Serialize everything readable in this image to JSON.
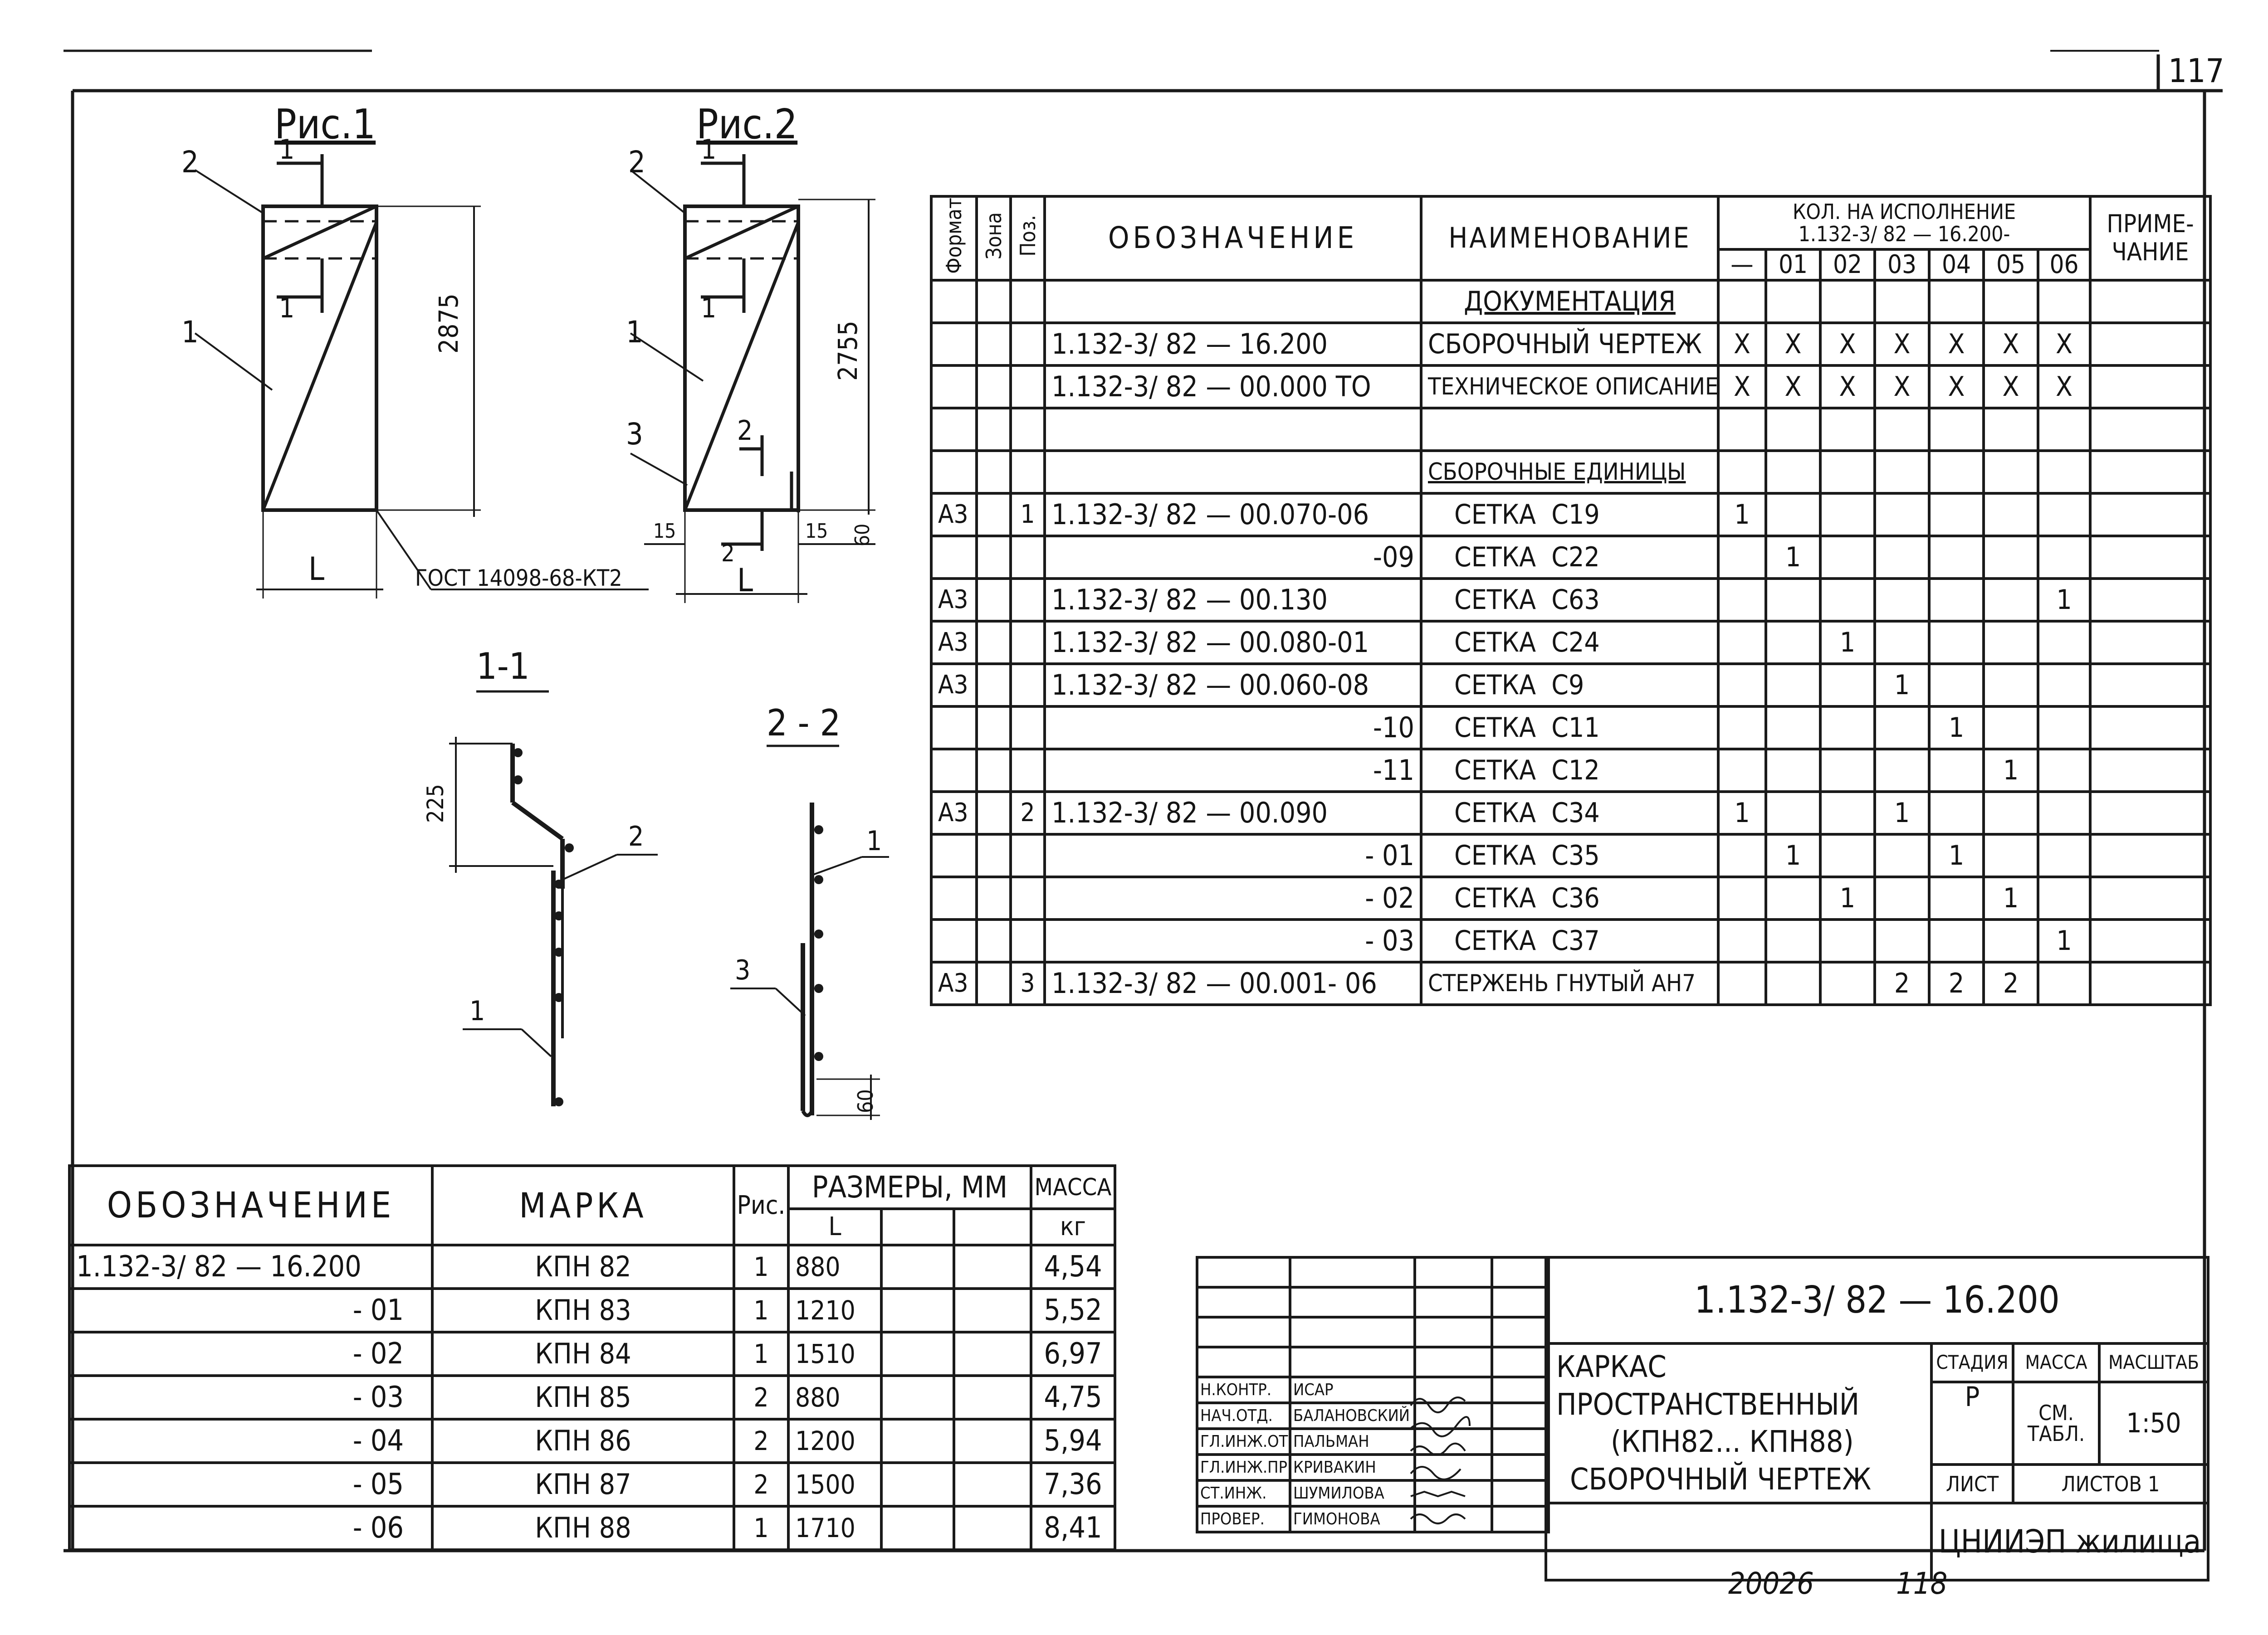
{
  "sheet_number": "117",
  "bottom_code": "20026",
  "bottom_page": "118",
  "figures": {
    "fig1_title": "Рис.1",
    "fig2_title": "Рис.2",
    "fig1_height": "2875",
    "fig2_height": "2755",
    "fig1_gost": "ГОСТ 14098-68-КТ2",
    "dim_l": "L",
    "dim_15a": "15",
    "dim_15b": "15",
    "dim_60": "60",
    "section11_title": "1-1",
    "section22_title": "2 - 2",
    "dim_225": "225",
    "dim_60b": "60",
    "lbl_1": "1",
    "lbl_2": "2",
    "lbl_3": "3"
  },
  "spec_table": {
    "headers": {
      "format": "Формат",
      "zone": "Зона",
      "pos": "Поз.",
      "designation": "Обозначение",
      "name": "Наименование",
      "qty": "Кол. на исполнение",
      "qty_code": "1.132-3/ 82 — 16.200-",
      "note": "Приме-чание",
      "variants": [
        "—",
        "01",
        "02",
        "03",
        "04",
        "05",
        "06"
      ]
    },
    "rows": [
      {
        "fmt": "",
        "pos": "",
        "des": "",
        "name": "Документация",
        "q": [
          "",
          "",
          "",
          "",
          "",
          "",
          ""
        ]
      },
      {
        "fmt": "",
        "pos": "",
        "des": "1.132-3/ 82 — 16.200",
        "name": "Сборочный чертеж",
        "q": [
          "X",
          "X",
          "X",
          "X",
          "X",
          "X",
          "X"
        ]
      },
      {
        "fmt": "",
        "pos": "",
        "des": "1.132-3/ 82 — 00.000 ТО",
        "name": "Техническое описание",
        "q": [
          "X",
          "X",
          "X",
          "X",
          "X",
          "X",
          "X"
        ]
      },
      {
        "fmt": "",
        "pos": "",
        "des": "",
        "name": "",
        "q": [
          "",
          "",
          "",
          "",
          "",
          "",
          ""
        ]
      },
      {
        "fmt": "",
        "pos": "",
        "des": "",
        "name": "Сборочные единицы",
        "q": [
          "",
          "",
          "",
          "",
          "",
          "",
          ""
        ]
      },
      {
        "fmt": "А3",
        "pos": "1",
        "des": "1.132-3/ 82 — 00.070-06",
        "name": "Сетка  С19",
        "q": [
          "1",
          "",
          "",
          "",
          "",
          "",
          ""
        ]
      },
      {
        "fmt": "",
        "pos": "",
        "des": "-09",
        "name": "Сетка  С22",
        "q": [
          "",
          "1",
          "",
          "",
          "",
          "",
          ""
        ]
      },
      {
        "fmt": "А3",
        "pos": "",
        "des": "1.132-3/ 82 — 00.130",
        "name": "Сетка  С63",
        "q": [
          "",
          "",
          "",
          "",
          "",
          "",
          "1"
        ]
      },
      {
        "fmt": "А3",
        "pos": "",
        "des": "1.132-3/ 82 — 00.080-01",
        "name": "Сетка  С24",
        "q": [
          "",
          "",
          "1",
          "",
          "",
          "",
          ""
        ]
      },
      {
        "fmt": "А3",
        "pos": "",
        "des": "1.132-3/ 82 — 00.060-08",
        "name": "Сетка  С9",
        "q": [
          "",
          "",
          "",
          "1",
          "",
          "",
          ""
        ]
      },
      {
        "fmt": "",
        "pos": "",
        "des": "-10",
        "name": "Сетка  С11",
        "q": [
          "",
          "",
          "",
          "",
          "1",
          "",
          ""
        ]
      },
      {
        "fmt": "",
        "pos": "",
        "des": "-11",
        "name": "Сетка  С12",
        "q": [
          "",
          "",
          "",
          "",
          "",
          "1",
          ""
        ]
      },
      {
        "fmt": "А3",
        "pos": "2",
        "des": "1.132-3/ 82 — 00.090",
        "name": "Сетка  С34",
        "q": [
          "1",
          "",
          "",
          "1",
          "",
          "",
          ""
        ]
      },
      {
        "fmt": "",
        "pos": "",
        "des": "- 01",
        "name": "Сетка  С35",
        "q": [
          "",
          "1",
          "",
          "",
          "1",
          "",
          ""
        ]
      },
      {
        "fmt": "",
        "pos": "",
        "des": "- 02",
        "name": "Сетка  С36",
        "q": [
          "",
          "",
          "1",
          "",
          "",
          "1",
          ""
        ]
      },
      {
        "fmt": "",
        "pos": "",
        "des": "- 03",
        "name": "Сетка  С37",
        "q": [
          "",
          "",
          "",
          "",
          "",
          "",
          "1"
        ]
      },
      {
        "fmt": "А3",
        "pos": "3",
        "des": "1.132-3/ 82 — 00.001- 06",
        "name": "Стержень гнутый АН7",
        "q": [
          "",
          "",
          "",
          "2",
          "2",
          "2",
          ""
        ]
      }
    ]
  },
  "mark_table": {
    "headers": {
      "designation": "Обозначение",
      "mark": "Марка",
      "fig": "Рис.",
      "sizes": "Размеры, мм",
      "l": "L",
      "mass": "Масса",
      "mass_unit": "кг"
    },
    "rows": [
      {
        "des": "1.132-3/ 82 — 16.200",
        "mark": "КПН 82",
        "fig": "1",
        "l": "880",
        "mass": "4,54"
      },
      {
        "des": "- 01",
        "mark": "КПН 83",
        "fig": "1",
        "l": "1210",
        "mass": "5,52"
      },
      {
        "des": "- 02",
        "mark": "КПН 84",
        "fig": "1",
        "l": "1510",
        "mass": "6,97"
      },
      {
        "des": "- 03",
        "mark": "КПН 85",
        "fig": "2",
        "l": "880",
        "mass": "4,75"
      },
      {
        "des": "- 04",
        "mark": "КПН 86",
        "fig": "2",
        "l": "1200",
        "mass": "5,94"
      },
      {
        "des": "- 05",
        "mark": "КПН 87",
        "fig": "2",
        "l": "1500",
        "mass": "7,36"
      },
      {
        "des": "- 06",
        "mark": "КПН 88",
        "fig": "1",
        "l": "1710",
        "mass": "8,41"
      }
    ]
  },
  "title_block": {
    "code": "1.132-3/ 82 — 16.200",
    "title_line1": "Каркас пространственный",
    "title_line2": "(КПН82... КПН88)",
    "title_line3": "Сборочный чертеж",
    "stage_label": "Стадия",
    "mass_label": "Масса",
    "scale_label": "Масштаб",
    "stage": "Р",
    "mass": "см. табл.",
    "scale": "1:50",
    "sheet_label": "Лист",
    "sheets_label": "Листов 1",
    "org": "ЦНИИЭП жилища",
    "signers": [
      {
        "role": "Н.контр.",
        "name": "Исар"
      },
      {
        "role": "Нач.отд.",
        "name": "Балановский"
      },
      {
        "role": "Гл.инж.от.",
        "name": "Пальман"
      },
      {
        "role": "Гл.инж.пр.",
        "name": "Кривакин"
      },
      {
        "role": "Ст.инж.",
        "name": "Шумилова"
      },
      {
        "role": "Провер.",
        "name": "Гимонова"
      }
    ]
  }
}
